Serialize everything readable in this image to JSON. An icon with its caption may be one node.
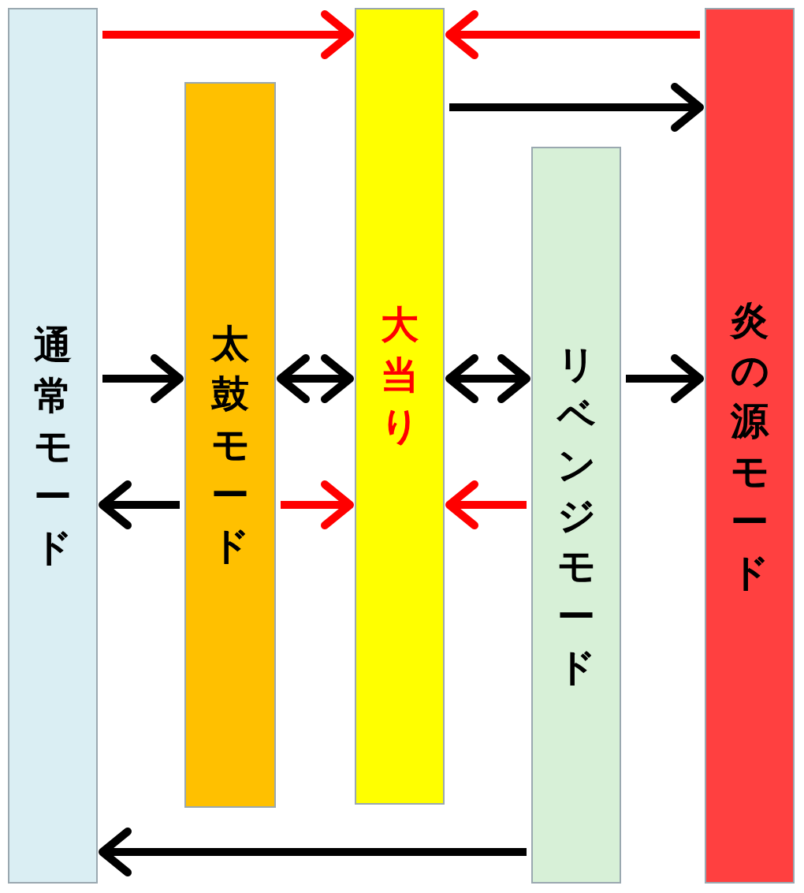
{
  "diagram": {
    "nodes": [
      {
        "text": [
          "通常モード"
        ]
      },
      {
        "text": [
          "太鼓モード"
        ]
      },
      {
        "text": [
          "大当り"
        ]
      },
      {
        "text": [
          "リベンジモード"
        ]
      },
      {
        "text": [
          "炎の源モード"
        ]
      }
    ],
    "edges": [
      {
        "from": 0,
        "to": 2,
        "arrow": "to",
        "color": "#ff0000"
      },
      {
        "from": 4,
        "to": 2,
        "arrow": "to",
        "color": "#ff0000"
      },
      {
        "from": 2,
        "to": 4,
        "arrow": "to"
      },
      {
        "from": 0,
        "to": 1,
        "arrow": "to"
      },
      {
        "from": 1,
        "to": 2,
        "arrow": "both"
      },
      {
        "from": 2,
        "to": 3,
        "arrow": "both"
      },
      {
        "from": 3,
        "to": 4,
        "arrow": "to"
      },
      {
        "from": 1,
        "to": 0,
        "arrow": "to"
      },
      {
        "from": 1,
        "to": 2,
        "arrow": "to",
        "color": "#ff0000"
      },
      {
        "from": 3,
        "to": 2,
        "arrow": "to",
        "color": "#ff0000"
      },
      {
        "from": 3,
        "to": 0,
        "arrow": "to"
      }
    ]
  }
}
